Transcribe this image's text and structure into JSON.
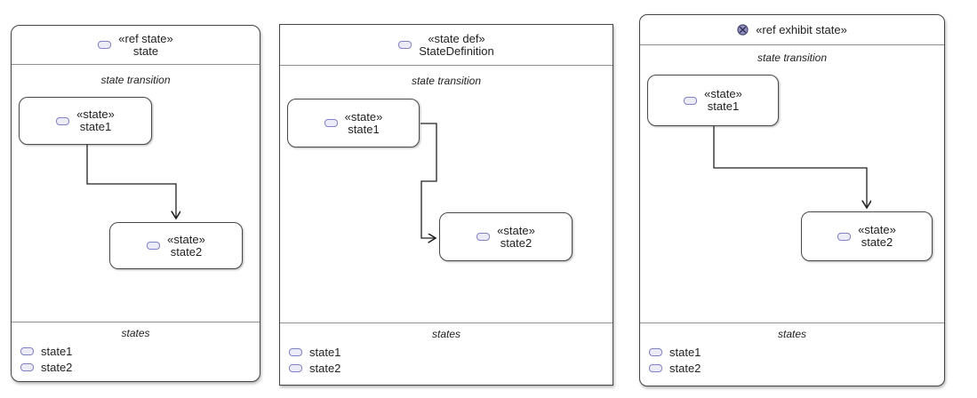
{
  "diagram": {
    "type": "sysml-state-diagrams",
    "panels": [
      {
        "header": {
          "stereotype": "«ref state»",
          "name": "state",
          "icon": "state"
        },
        "transition": {
          "label": "state transition",
          "source": {
            "stereotype": "«state»",
            "name": "state1"
          },
          "target": {
            "stereotype": "«state»",
            "name": "state2"
          }
        },
        "states": {
          "label": "states",
          "items": [
            "state1",
            "state2"
          ]
        }
      },
      {
        "header": {
          "stereotype": "«state def»",
          "name": "StateDefinition",
          "icon": "state"
        },
        "transition": {
          "label": "state transition",
          "source": {
            "stereotype": "«state»",
            "name": "state1"
          },
          "target": {
            "stereotype": "«state»",
            "name": "state2"
          }
        },
        "states": {
          "label": "states",
          "items": [
            "state1",
            "state2"
          ]
        }
      },
      {
        "header": {
          "stereotype": "«ref exhibit state»",
          "name": "",
          "icon": "exhibit-state"
        },
        "transition": {
          "label": "state transition",
          "source": {
            "stereotype": "«state»",
            "name": "state1"
          },
          "target": {
            "stereotype": "«state»",
            "name": "state2"
          }
        },
        "states": {
          "label": "states",
          "items": [
            "state1",
            "state2"
          ]
        }
      }
    ],
    "colors": {
      "panel_border": "#454545",
      "divider": "#8f8f8f",
      "text": "#212121",
      "state_icon_border": "#8181c7",
      "state_icon_fill": "#ecebf8",
      "exhibit_icon_fill": "#9292bd",
      "exhibit_icon_stroke": "#44446e"
    }
  }
}
